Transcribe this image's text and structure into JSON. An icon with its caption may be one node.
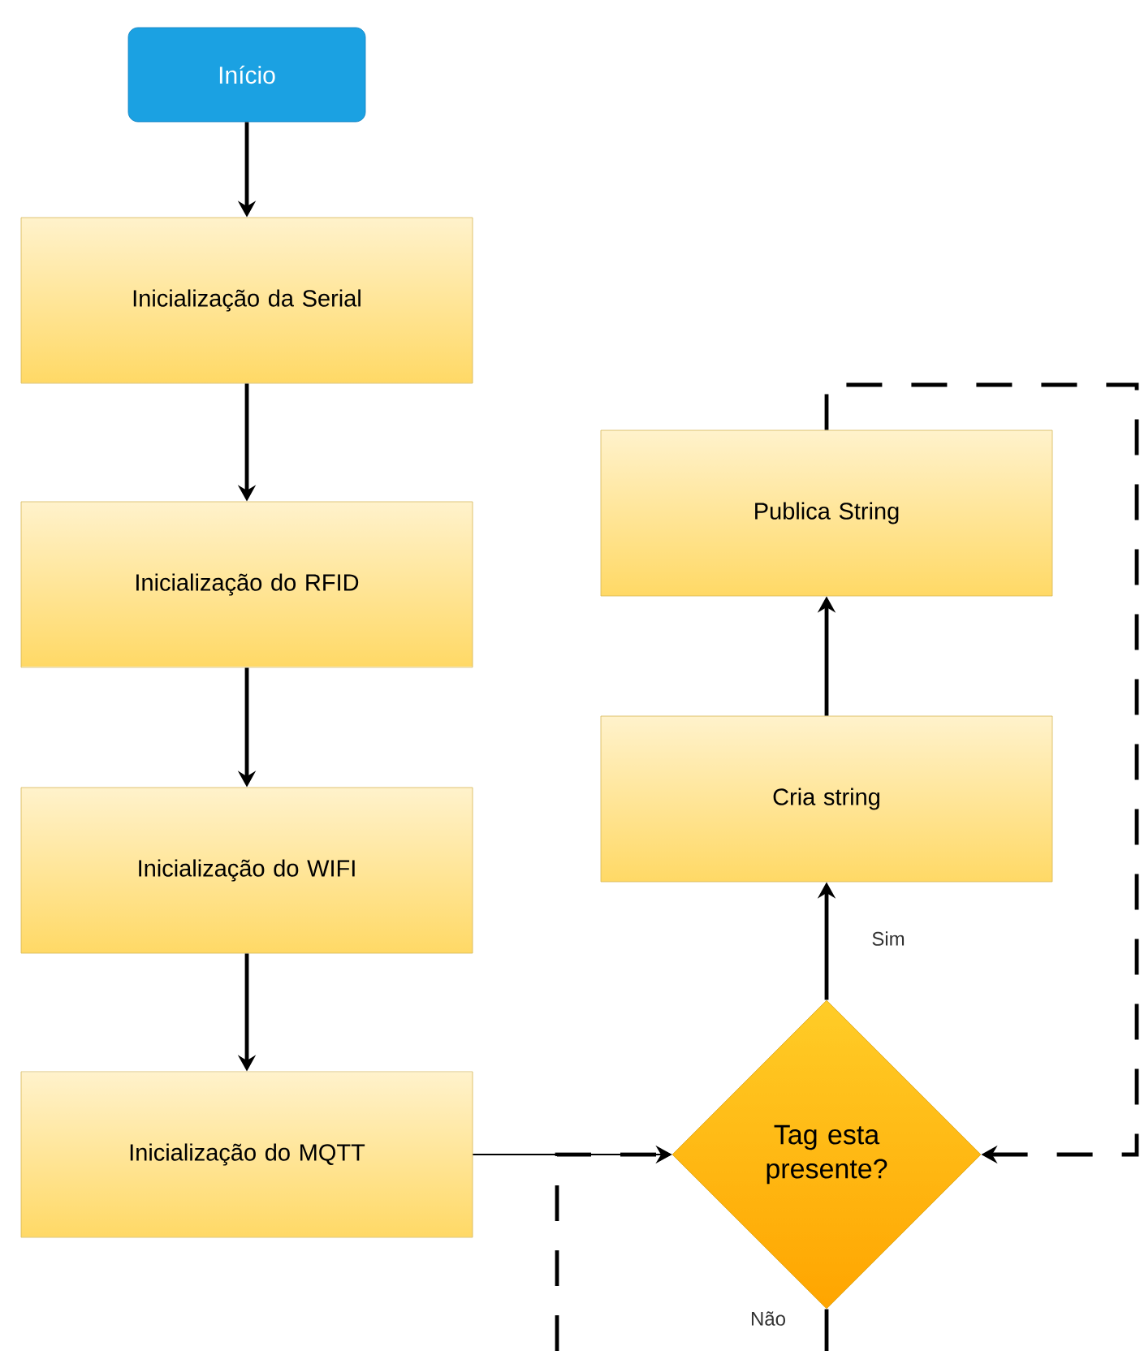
{
  "diagram": {
    "nodes": [
      {
        "text": [
          "Início"
        ]
      },
      {
        "text": [
          "Inicialização da Serial"
        ]
      },
      {
        "text": [
          "Inicialização do RFID"
        ]
      },
      {
        "text": [
          "Inicialização do WIFI"
        ]
      },
      {
        "text": [
          "Inicialização do MQTT"
        ]
      },
      {
        "text": [
          "Publica String"
        ]
      },
      {
        "text": [
          "Cria string"
        ]
      },
      {
        "text": [
          "Tag esta presente?"
        ]
      }
    ],
    "edges": [
      {
        "from": 0,
        "to": 1,
        "arrow": "to"
      },
      {
        "from": 1,
        "to": 2,
        "arrow": "to"
      },
      {
        "from": 2,
        "to": 3,
        "arrow": "to"
      },
      {
        "from": 3,
        "to": 4,
        "arrow": "to"
      },
      {
        "from": 4,
        "to": 7,
        "arrow": "to"
      },
      {
        "from": 7,
        "to": 6,
        "arrow": "to",
        "label": "Sim"
      },
      {
        "from": 6,
        "to": 5,
        "arrow": "to"
      },
      {
        "from": 5,
        "to": 7,
        "arrow": "to",
        "style": "dashed"
      },
      {
        "from": 7,
        "to": null,
        "arrow": "none",
        "label": "Não"
      },
      {
        "from": null,
        "to": 7,
        "arrow": "to",
        "style": "dashed"
      }
    ]
  }
}
